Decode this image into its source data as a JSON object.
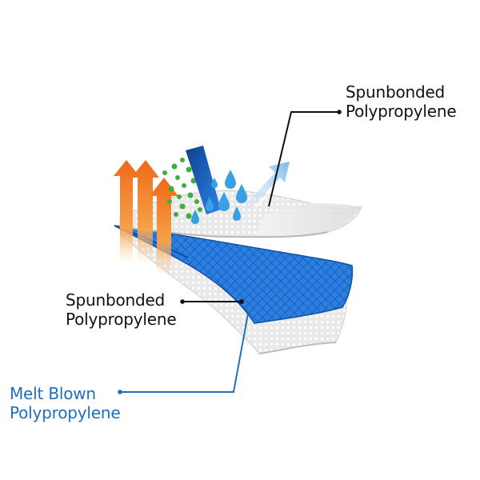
{
  "labels": {
    "outer_layer": {
      "line1": "Spunbonded",
      "line2": "Polypropylene"
    },
    "inner_layer": {
      "line1": "Spunbonded",
      "line2": "Polypropylene"
    },
    "filter_layer": {
      "line1": "Melt Blown",
      "line2": "Polypropylene"
    }
  },
  "colors": {
    "text_dark": "#111111",
    "text_blue": "#1f6fbf",
    "filter_blue": "#1e6fd0",
    "layer_white": "#ececec",
    "heat_orange": "#f07a1e",
    "droplet_blue": "#3aa0e6",
    "particle_green": "#3fae3a",
    "vapor_blue": "#9ccaf0"
  },
  "icons": [
    "heat-arrows-icon",
    "particles-icon",
    "water-droplet-icon",
    "fluid-stream-icon",
    "vapor-arrow-icon"
  ]
}
